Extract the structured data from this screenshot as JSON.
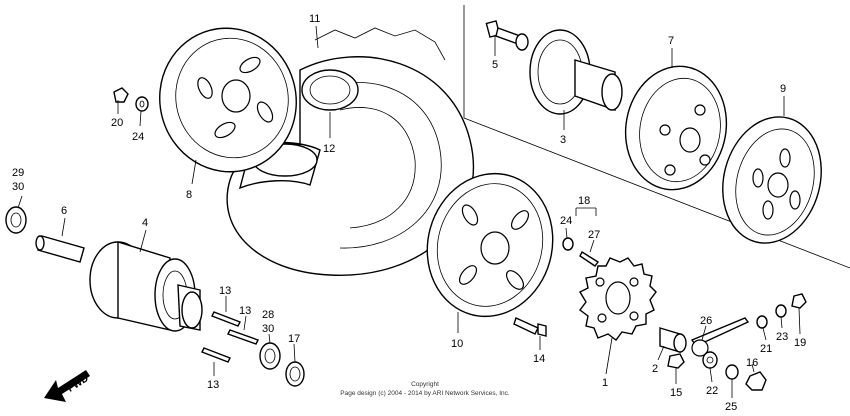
{
  "callouts": [
    {
      "id": "c1",
      "text": "1"
    },
    {
      "id": "c2",
      "text": "2"
    },
    {
      "id": "c3",
      "text": "3"
    },
    {
      "id": "c4",
      "text": "4"
    },
    {
      "id": "c5",
      "text": "5"
    },
    {
      "id": "c6",
      "text": "6"
    },
    {
      "id": "c7",
      "text": "7"
    },
    {
      "id": "c8",
      "text": "8"
    },
    {
      "id": "c9",
      "text": "9"
    },
    {
      "id": "c10",
      "text": "10"
    },
    {
      "id": "c11",
      "text": "11"
    },
    {
      "id": "c12",
      "text": "12"
    },
    {
      "id": "c13a",
      "text": "13"
    },
    {
      "id": "c13b",
      "text": "13"
    },
    {
      "id": "c13c",
      "text": "13"
    },
    {
      "id": "c14",
      "text": "14"
    },
    {
      "id": "c15",
      "text": "15"
    },
    {
      "id": "c16",
      "text": "16"
    },
    {
      "id": "c17",
      "text": "17"
    },
    {
      "id": "c18",
      "text": "18"
    },
    {
      "id": "c19",
      "text": "19"
    },
    {
      "id": "c20",
      "text": "20"
    },
    {
      "id": "c21",
      "text": "21"
    },
    {
      "id": "c22",
      "text": "22"
    },
    {
      "id": "c23",
      "text": "23"
    },
    {
      "id": "c24a",
      "text": "24"
    },
    {
      "id": "c24b",
      "text": "24"
    },
    {
      "id": "c25",
      "text": "25"
    },
    {
      "id": "c26",
      "text": "26"
    },
    {
      "id": "c27",
      "text": "27"
    },
    {
      "id": "c28",
      "text": "28"
    },
    {
      "id": "c29",
      "text": "29"
    },
    {
      "id": "c30a",
      "text": "30"
    },
    {
      "id": "c30b",
      "text": "30"
    }
  ],
  "direction_label": "FWD",
  "copyright": {
    "line1": "Copyright",
    "line2": "Page design (c) 2004 - 2014 by ARI Network Services, Inc."
  }
}
